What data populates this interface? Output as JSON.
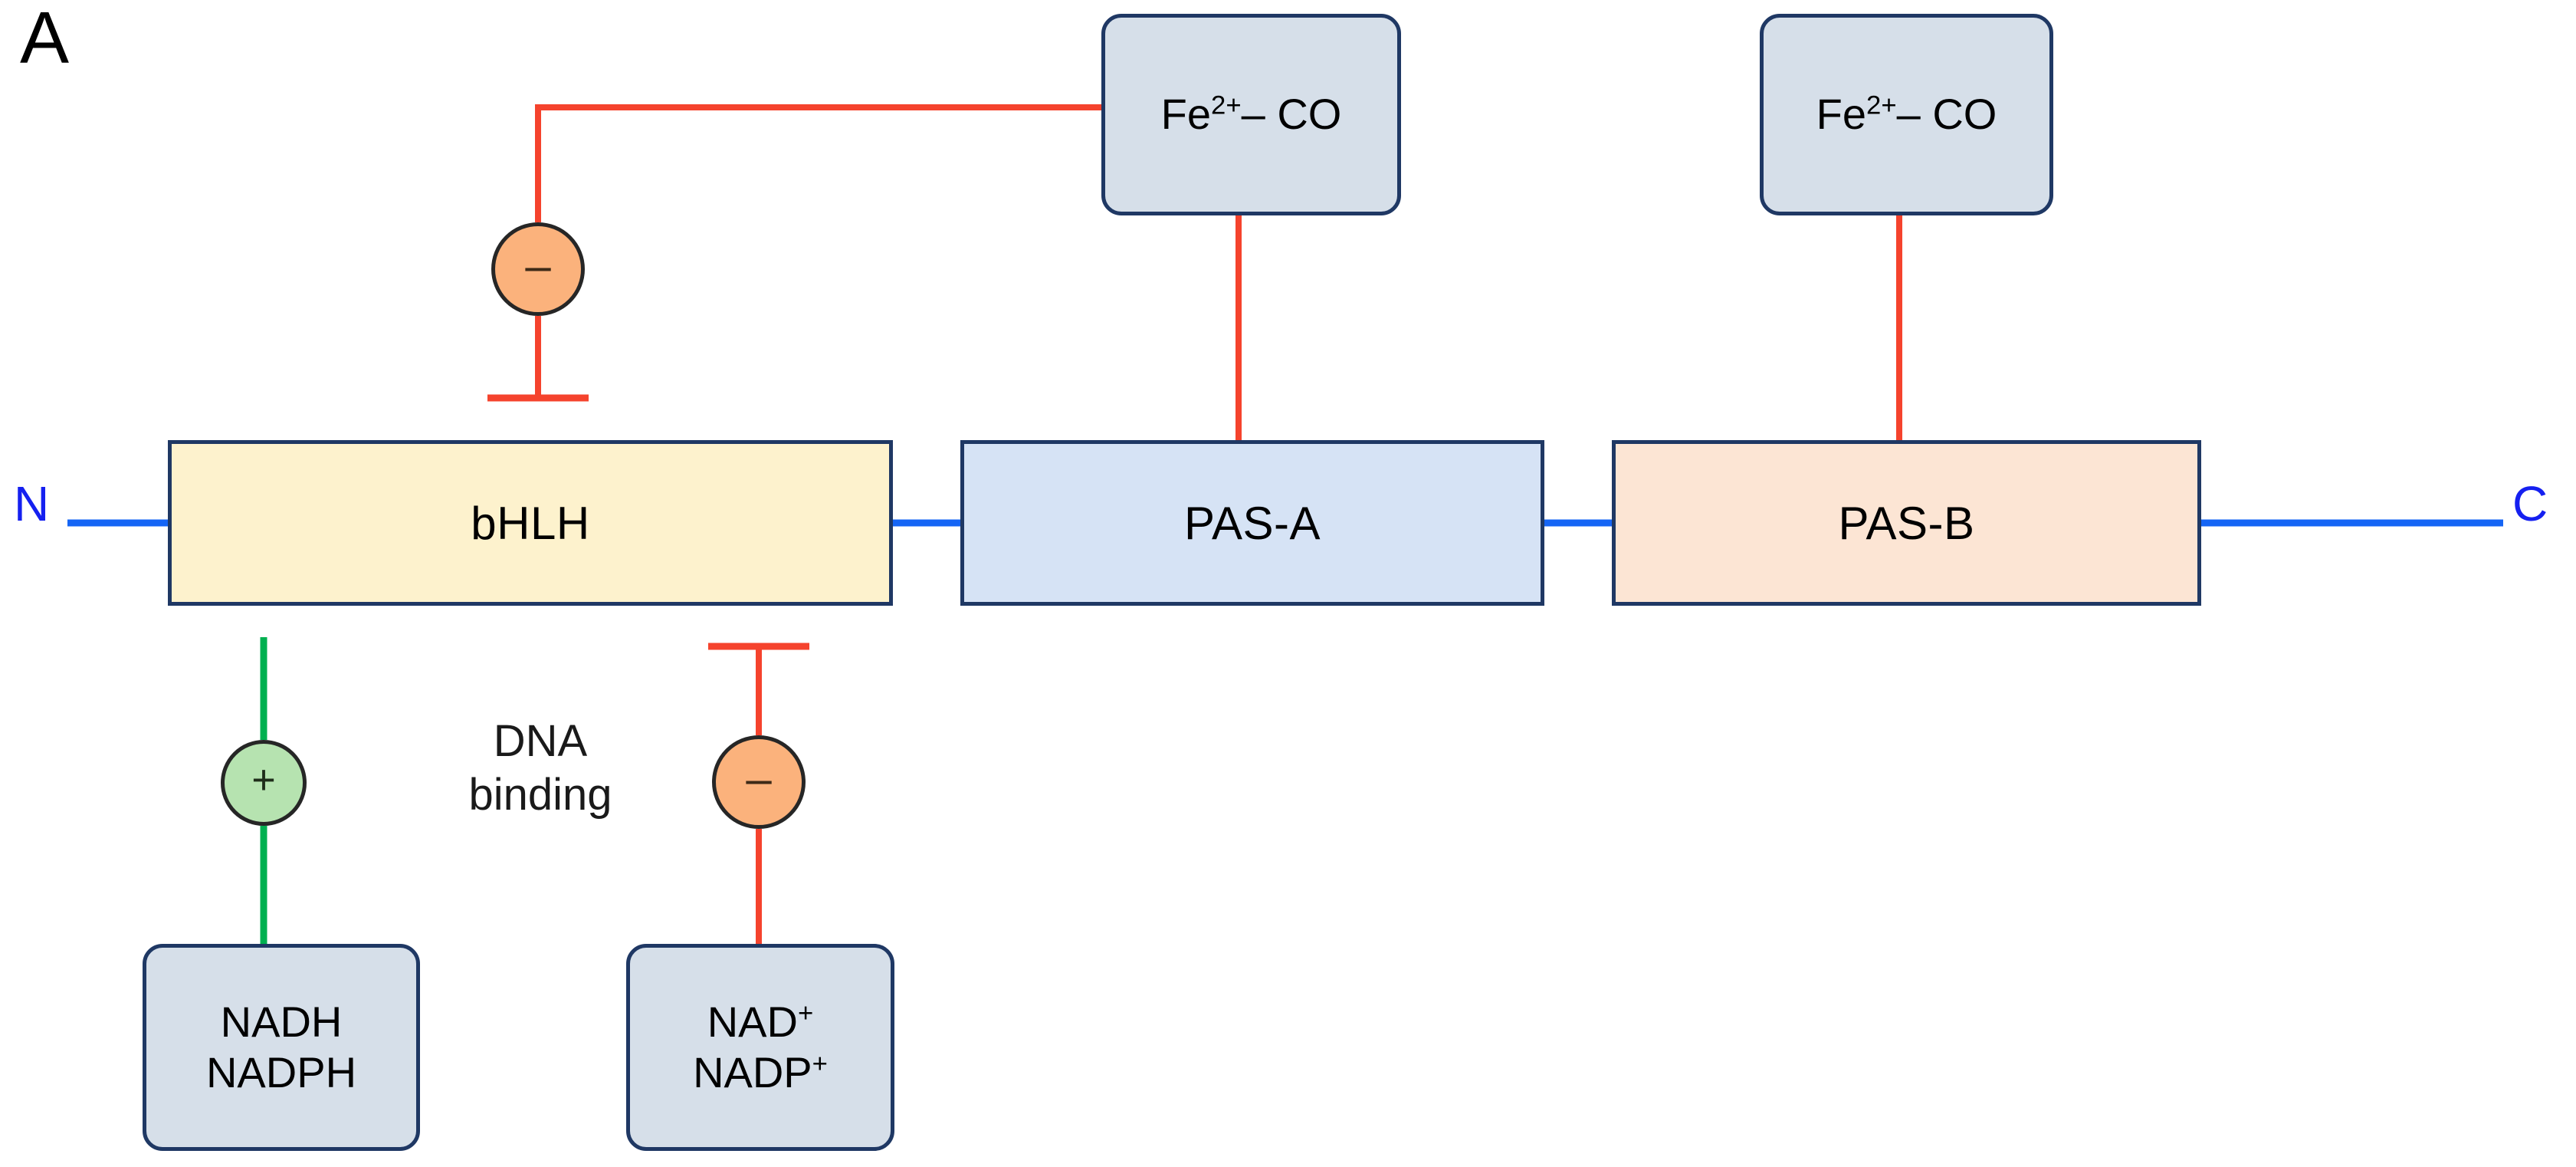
{
  "panel": {
    "label": "A"
  },
  "termini": {
    "n_label": "N",
    "c_label": "C",
    "color": "#1520f0"
  },
  "domains": [
    {
      "id": "bhlh",
      "label": "bHLH",
      "fill": "#fdf2cd",
      "border": "#1f3864"
    },
    {
      "id": "pas-a",
      "label": "PAS-A",
      "fill": "#d6e3f5",
      "border": "#1f3864"
    },
    {
      "id": "pas-b",
      "label": "PAS-B",
      "fill": "#fce5d4",
      "border": "#1f3864"
    }
  ],
  "ligands": [
    {
      "id": "fe-co-a",
      "line1": "Fe",
      "sup1": "2+",
      "line1_tail": "– CO",
      "fill": "#d6dfe9"
    },
    {
      "id": "fe-co-b",
      "line1": "Fe",
      "sup1": "2+",
      "line1_tail": "– CO",
      "fill": "#d6dfe9"
    },
    {
      "id": "nadh",
      "line1": "NADH",
      "line2": "NADPH",
      "fill": "#d6dfe9"
    },
    {
      "id": "nad-plus",
      "line1": "NAD",
      "sup1": "+",
      "line2": "NADP",
      "sup2": "+",
      "fill": "#d6dfe9"
    }
  ],
  "regulators": [
    {
      "id": "minus-top",
      "sign": "–",
      "fill": "#fbb27c",
      "effect": "inhibition"
    },
    {
      "id": "minus-bottom",
      "sign": "–",
      "fill": "#fbb27c",
      "effect": "inhibition"
    },
    {
      "id": "plus",
      "sign": "+",
      "fill": "#b6e3b0",
      "effect": "activation"
    }
  ],
  "annotations": {
    "dna_binding": "DNA\nbinding"
  },
  "connector_colors": {
    "backbone": "#1565f5",
    "inhibitory": "#f5432d",
    "activating": "#00b050"
  }
}
